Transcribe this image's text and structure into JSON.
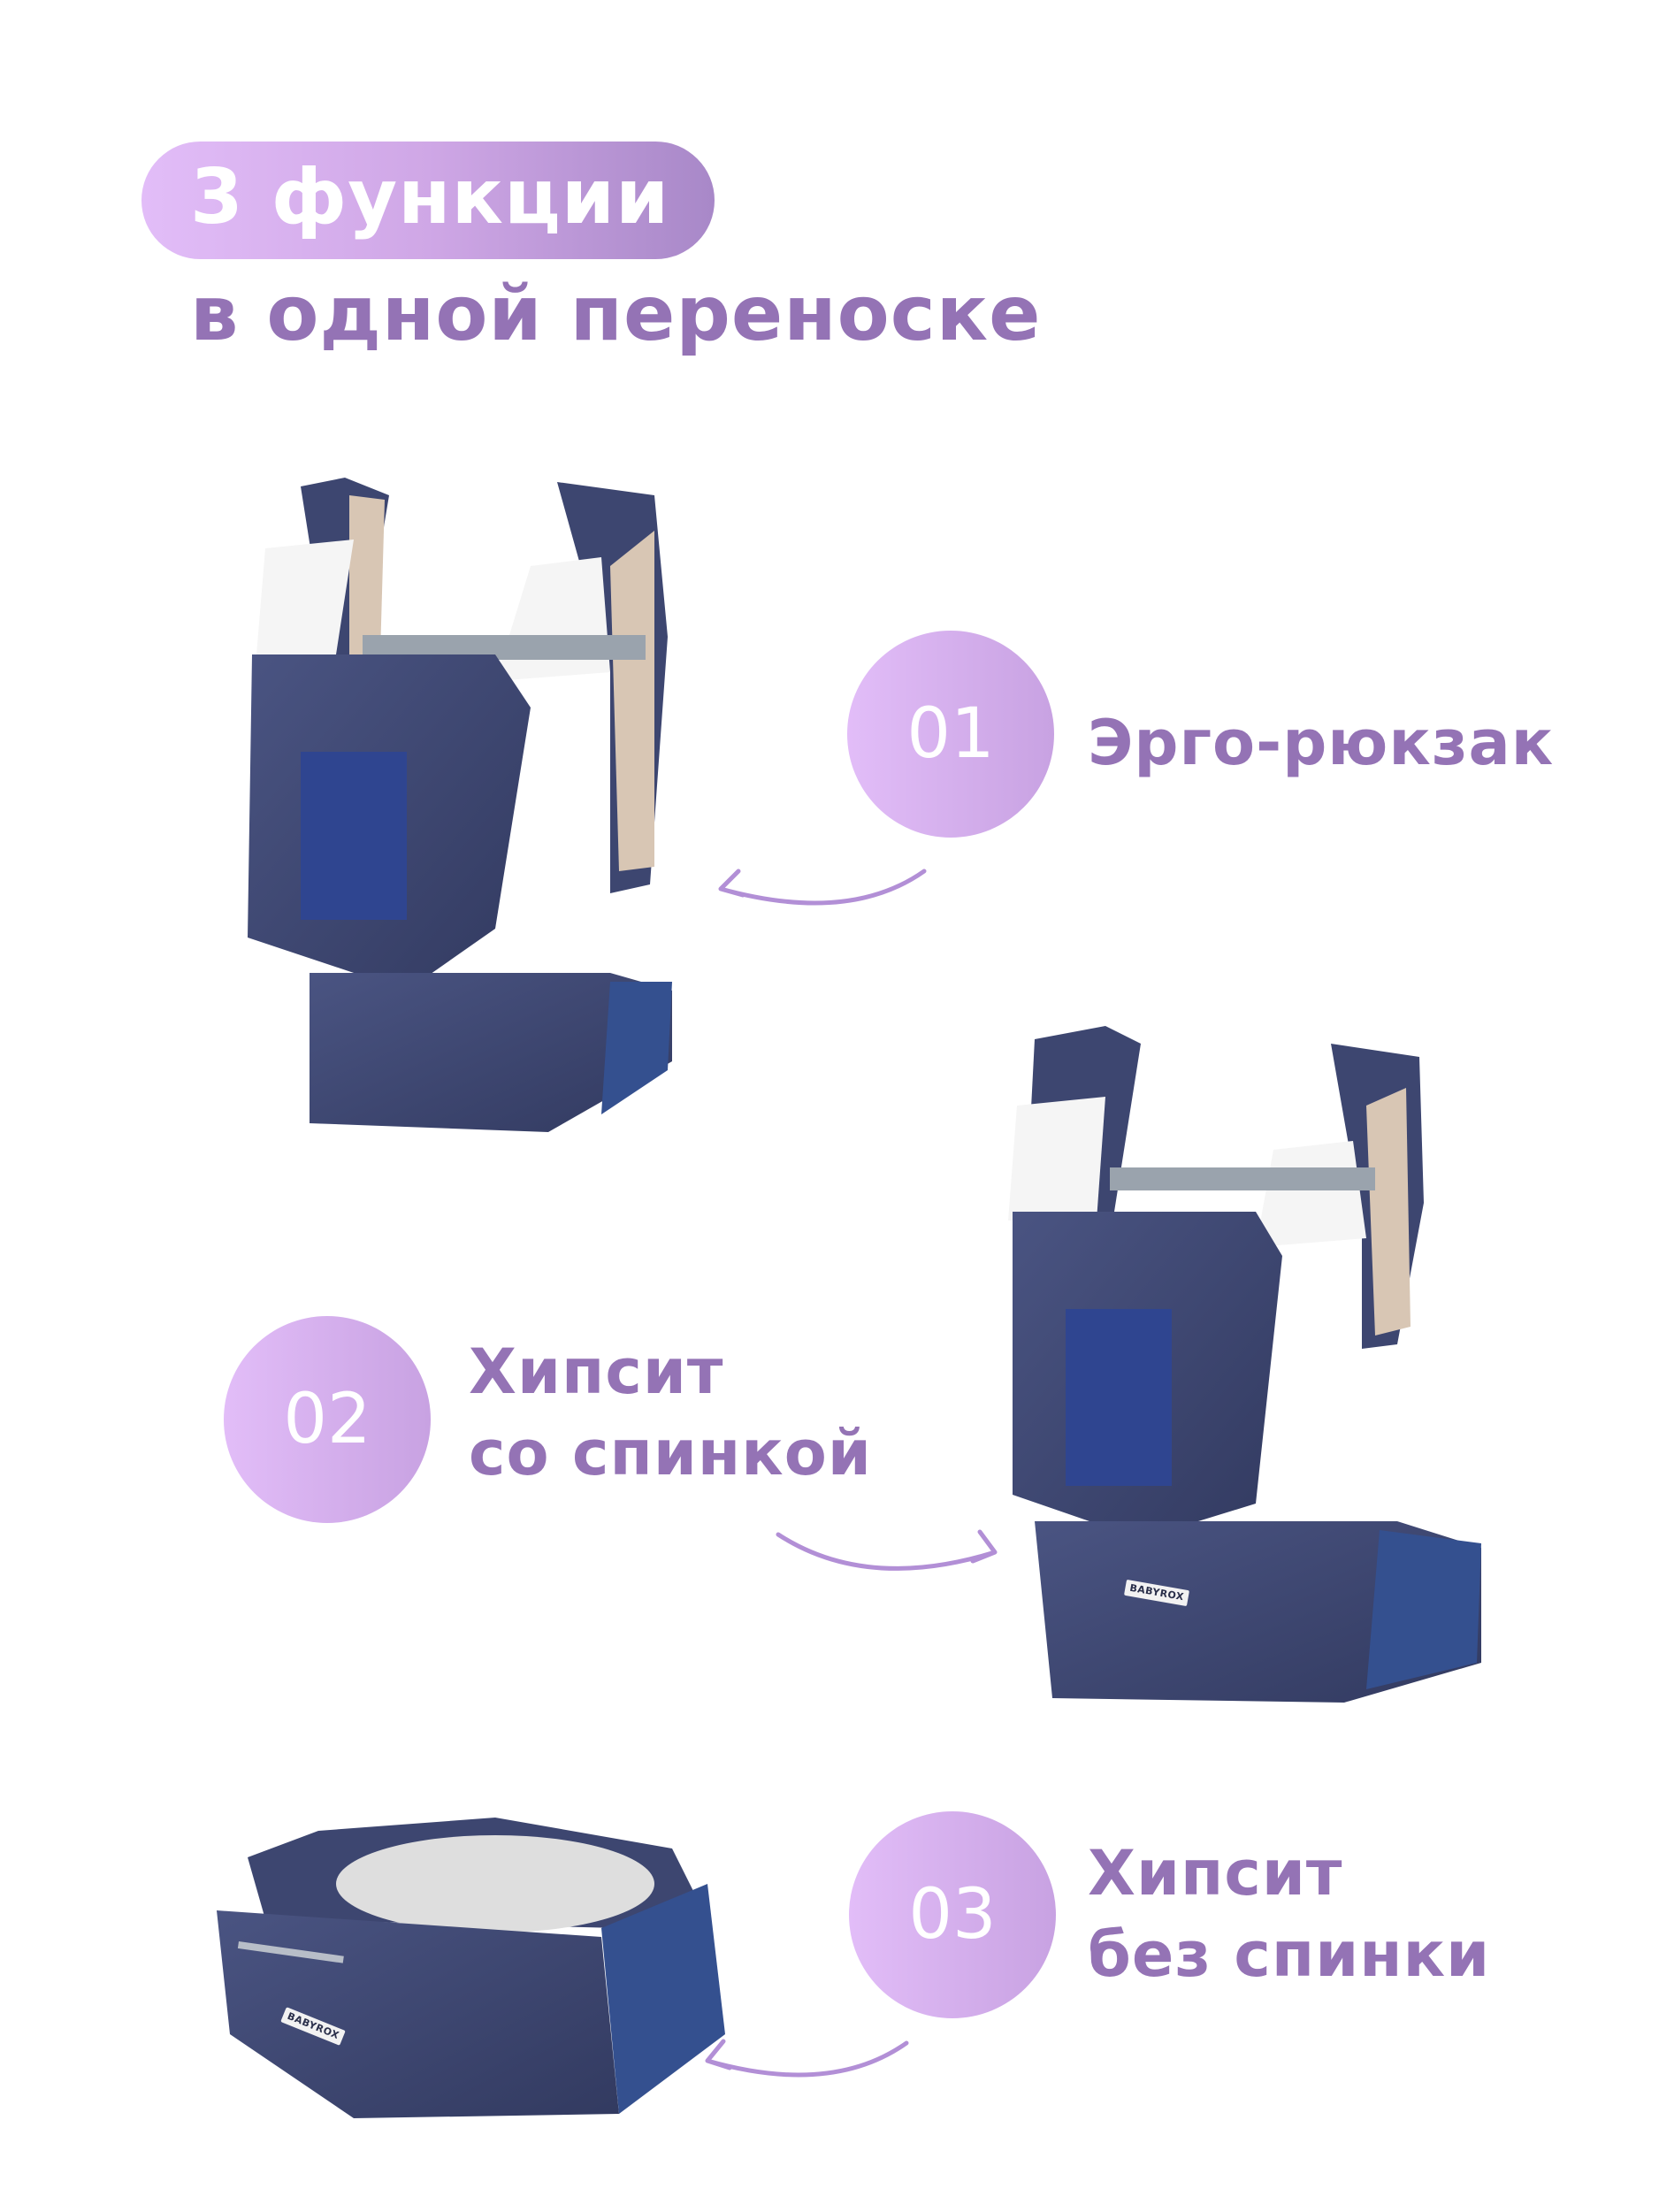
{
  "header": {
    "badge": "3 функции",
    "subtitle": "в одной переноске"
  },
  "features": [
    {
      "number": "01",
      "lines": [
        "Эрго-рюкзак"
      ]
    },
    {
      "number": "02",
      "lines": [
        "Хипсит",
        "со спинкой"
      ]
    },
    {
      "number": "03",
      "lines": [
        "Хипсит",
        "без спинки"
      ]
    }
  ],
  "brand_label": "BABYROX",
  "colors": {
    "accent": "#9473b5",
    "gradient_start": "#e2bdf8",
    "gradient_end": "#a888c8",
    "fabric": "#3d4670"
  }
}
